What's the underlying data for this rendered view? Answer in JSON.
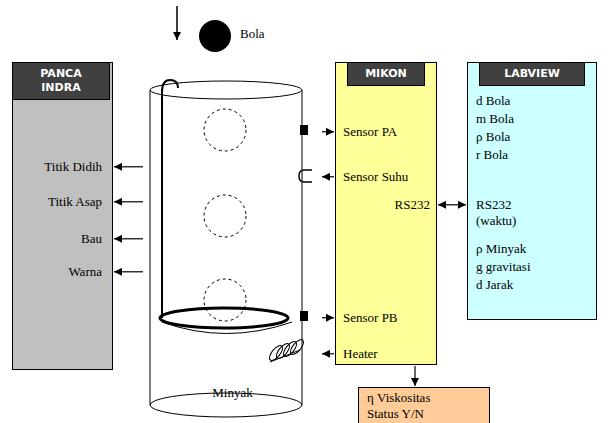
{
  "diagram": {
    "nodes": [
      {
        "text": [
          "PANCA INDRA",
          "Titik Didih",
          "Titik Asap",
          "Bau",
          "Warna"
        ]
      },
      {
        "text": [
          "Minyak"
        ]
      },
      {
        "text": [
          "MIKON",
          "Sensor PA",
          "Sensor Suhu",
          "RS232",
          "Sensor PB",
          "Heater"
        ]
      },
      {
        "text": [
          "LABVIEW",
          "d Bola",
          "m Bola",
          "ρ Bola",
          "r Bola",
          "RS232 (waktu)",
          "ρ Minyak",
          "g gravitasi",
          "d Jarak"
        ]
      },
      {
        "text": [
          "η Viskositas",
          "Status Y/N"
        ]
      }
    ],
    "edges": [
      {
        "from": 1,
        "to": 0,
        "arrow": "to"
      },
      {
        "from": 1,
        "to": 0,
        "arrow": "to"
      },
      {
        "from": 1,
        "to": 0,
        "arrow": "to"
      },
      {
        "from": 1,
        "to": 0,
        "arrow": "to"
      },
      {
        "from": 1,
        "to": 2,
        "arrow": "to"
      },
      {
        "from": 2,
        "to": 1,
        "arrow": "to"
      },
      {
        "from": 2,
        "to": 3,
        "arrow": "both"
      },
      {
        "from": 1,
        "to": 2,
        "arrow": "to"
      },
      {
        "from": 2,
        "to": 1,
        "arrow": "to"
      },
      {
        "from": 2,
        "to": 4,
        "arrow": "to"
      }
    ],
    "labels": [
      "Bola"
    ]
  }
}
